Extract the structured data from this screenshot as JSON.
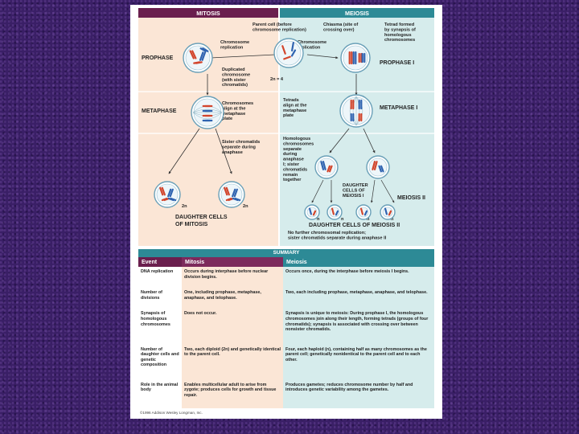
{
  "colors": {
    "mitosis_header": "#6a1f4e",
    "meiosis_header": "#2d8a96",
    "mitosis_panel": "#fbe6d6",
    "meiosis_panel": "#d6ecec",
    "maternal_chromosome": "#d2452c",
    "paternal_chromosome": "#2f63b0",
    "background": "#3a1f66"
  },
  "headers": {
    "mitosis": "MITOSIS",
    "meiosis": "MEIOSIS"
  },
  "stages": {
    "prophase": "PROPHASE",
    "metaphase": "METAPHASE",
    "prophase_i": "PROPHASE I",
    "metaphase_i": "METAPHASE I",
    "meiosis_ii": "MEIOSIS II"
  },
  "labels": {
    "parent_cell": [
      "Parent cell (before",
      "chromosome replication)"
    ],
    "chiasma": [
      "Chiasma (site of",
      "crossing over)"
    ],
    "tetrad_formed": [
      "Tetrad formed",
      "by synapsis of",
      "homologous",
      "chromosomes"
    ],
    "chromosome_replication_left": [
      "Chromosome",
      "replication"
    ],
    "chromosome_replication_right": [
      "Chromosome",
      "replication"
    ],
    "two_n_equals_4": "2n = 4",
    "duplicated_chromosome": [
      "Duplicated",
      "chromosome",
      "(with sister",
      "chromatids)"
    ],
    "chromosomes_align": [
      "Chromosomes",
      "align at the",
      "metaphase",
      "plate"
    ],
    "tetrads_align": [
      "Tetrads",
      "align at the",
      "metaphase",
      "plate"
    ],
    "sister_chromatids_separate": [
      "Sister chromatids",
      "separate during",
      "anaphase"
    ],
    "homologous_separate": [
      "Homologous",
      "chromosomes",
      "separate",
      "during",
      "anaphase",
      "I; sister",
      "chromatids",
      "remain",
      "together"
    ],
    "daughter_cells_meiosis_i": [
      "DAUGHTER",
      "CELLS OF",
      "MEIOSIS I"
    ],
    "two_n": "2n",
    "n": "n",
    "daughter_cells_mitosis": [
      "DAUGHTER CELLS",
      "OF MITOSIS"
    ],
    "daughter_cells_meiosis_ii": "DAUGHTER CELLS OF MEIOSIS II",
    "no_further_replication": [
      "No further chromosomal replication;",
      "sister chromatids separate during anaphase II"
    ]
  },
  "summary": {
    "title": "SUMMARY",
    "columns": [
      "Event",
      "Mitosis",
      "Meiosis"
    ],
    "rows": [
      {
        "event": "DNA replication",
        "mitosis": "Occurs during interphase before nuclear division begins.",
        "meiosis": "Occurs once, during the interphase before meiosis I begins."
      },
      {
        "event": "Number of divisions",
        "mitosis": "One, including prophase, metaphase, anaphase, and telophase.",
        "meiosis": "Two, each including prophase, metaphase, anaphase, and telophase."
      },
      {
        "event": "Synapsis of homologous chromosomes",
        "mitosis": "Does not occur.",
        "meiosis": "Synapsis is unique to meiosis: During prophase I, the homologous chromosomes join along their length, forming tetrads (groups of four chromatids); synapsis is associated with crossing over between nonsister chromatids."
      },
      {
        "event": "Number of daughter cells and genetic composition",
        "mitosis": "Two, each diploid (2n) and genetically identical to the parent cell.",
        "meiosis": "Four, each haploid (n), containing half as many chromosomes as the parent cell; genetically nonidentical to the parent cell and to each other."
      },
      {
        "event": "Role in the animal body",
        "mitosis": "Enables multicellular adult to arise from zygote; produces cells for growth and tissue repair.",
        "meiosis": "Produces gametes; reduces chromosome number by half and introduces genetic variability among the gametes."
      }
    ]
  },
  "copyright": "©1996 Addison Wesley Longman, Inc."
}
